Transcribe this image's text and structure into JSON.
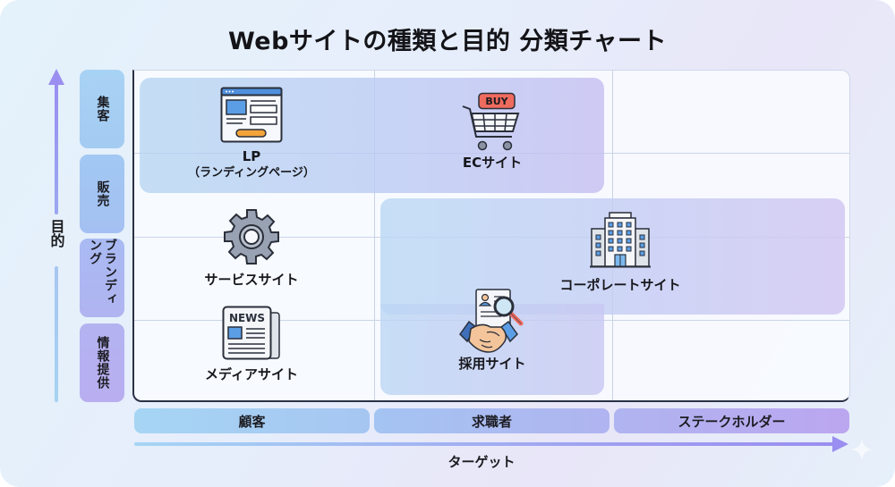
{
  "title": "Webサイトの種類と目的 分類チャート",
  "y_axis": {
    "label": "目的",
    "rows": [
      "集客",
      "販売",
      "ブランディング",
      "情報提供"
    ]
  },
  "x_axis": {
    "label": "ターゲット",
    "columns": [
      "顧客",
      "求職者",
      "ステークホルダー"
    ]
  },
  "items": [
    {
      "name": "LP",
      "sub": "（ランディングページ）",
      "icon": "landing-page-icon",
      "target": "顧客",
      "purpose": [
        "集客",
        "販売"
      ]
    },
    {
      "name": "ECサイト",
      "icon": "shopping-cart-icon",
      "badge": "BUY",
      "target": "求職者",
      "purpose": [
        "集客",
        "販売"
      ]
    },
    {
      "name": "サービスサイト",
      "icon": "gear-icon",
      "target": "顧客",
      "purpose": [
        "ブランディング"
      ]
    },
    {
      "name": "メディアサイト",
      "icon": "newspaper-icon",
      "badge": "NEWS",
      "target": "顧客",
      "purpose": [
        "情報提供"
      ]
    },
    {
      "name": "コーポレートサイト",
      "icon": "building-icon",
      "target": "求職者〜ステークホルダー",
      "purpose": [
        "ブランディング"
      ]
    },
    {
      "name": "採用サイト",
      "icon": "handshake-icon",
      "target": "求職者",
      "purpose": [
        "ブランディング",
        "情報提供"
      ]
    }
  ],
  "colors": {
    "axis_start": "#a6d5f4",
    "axis_end": "#9a8ef0",
    "accent_orange": "#f4a53a",
    "accent_red": "#ef6b5e",
    "accent_blue": "#5b9ee6"
  }
}
